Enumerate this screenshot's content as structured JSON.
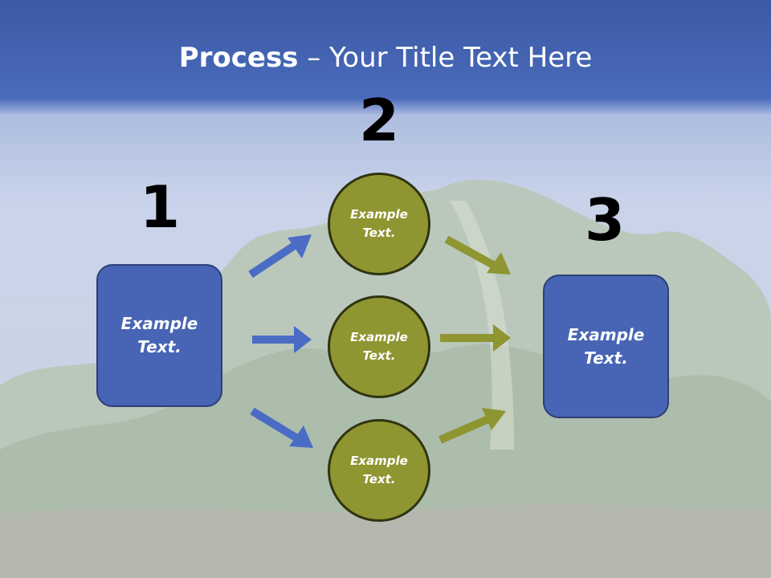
{
  "title": {
    "bold": "Process",
    "rest": " – Your Title Text Here"
  },
  "numbers": {
    "step1": "1",
    "step2": "2",
    "step3": "3"
  },
  "left_box": {
    "text": "Example Text."
  },
  "circles": [
    {
      "text": "Example Text."
    },
    {
      "text": "Example Text."
    },
    {
      "text": "Example Text."
    }
  ],
  "right_box": {
    "text": "Example Text."
  },
  "colors": {
    "header": "#4564b4",
    "box_fill": "#4765b4",
    "circle_fill": "#8f9531",
    "arrow_blue": "#4b6cc4",
    "arrow_olive": "#8f9531"
  }
}
